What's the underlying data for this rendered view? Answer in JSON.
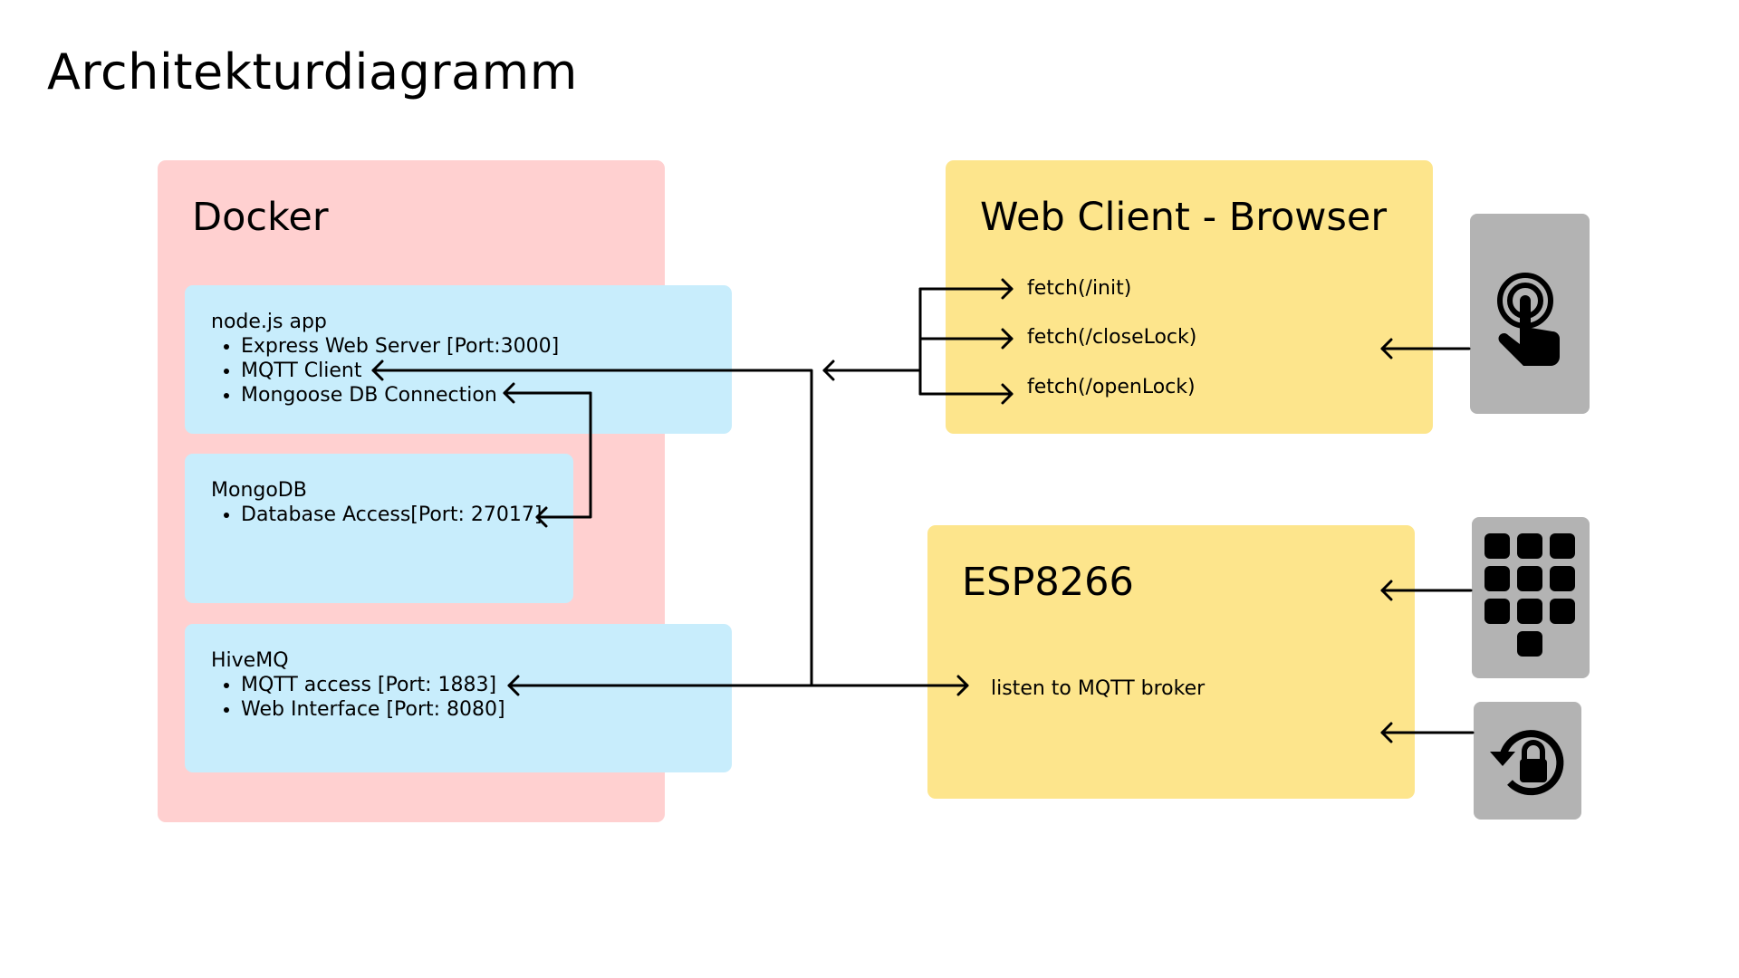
{
  "title": "Architekturdiagramm",
  "docker": {
    "heading": "Docker",
    "node_app": {
      "label": "node.js app",
      "items": [
        "Express Web Server [Port:3000]",
        "MQTT Client",
        "Mongoose DB Connection"
      ]
    },
    "mongodb": {
      "label": "MongoDB",
      "items": [
        "Database Access[Port: 27017]"
      ]
    },
    "hivemq": {
      "label": "HiveMQ",
      "items": [
        "MQTT access [Port: 1883]",
        "Web Interface [Port: 8080]"
      ]
    }
  },
  "web_client": {
    "heading": "Web Client - Browser",
    "calls": [
      "fetch(/init)",
      "fetch(/closeLock)",
      "fetch(/openLock)"
    ]
  },
  "esp": {
    "heading": "ESP8266",
    "listen_label": "listen to MQTT broker"
  },
  "devices": {
    "touch": "touch-icon",
    "keypad": "keypad-icon",
    "lock_reset": "lock-reset-icon"
  },
  "colors": {
    "docker_bg": "#FFD0D0",
    "service_bg": "#C8EDFC",
    "client_bg": "#FDE58C",
    "device_bg": "#B3B3B3"
  }
}
